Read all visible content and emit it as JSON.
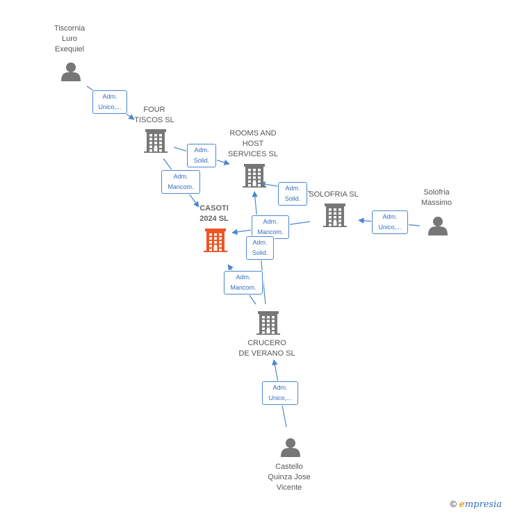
{
  "colors": {
    "entity": "#777777",
    "focus": "#ee5522",
    "edge": "#4a86cf"
  },
  "nodes": [
    {
      "id": "tiscornia",
      "kind": "person",
      "label": "Tiscornia\nLuro\nExequiel"
    },
    {
      "id": "four",
      "kind": "company",
      "label": "FOUR\nTISCOS  SL"
    },
    {
      "id": "rooms",
      "kind": "company",
      "label": "ROOMS AND\nHOST\nSERVICES SL"
    },
    {
      "id": "solofria",
      "kind": "company",
      "label": "SOLOFRIA  SL"
    },
    {
      "id": "massimo",
      "kind": "person",
      "label": "Solofria\nMassimo"
    },
    {
      "id": "casoti",
      "kind": "focus",
      "label": "CASOTI\n2024  SL"
    },
    {
      "id": "crucero",
      "kind": "company",
      "label": "CRUCERO\nDE VERANO  SL"
    },
    {
      "id": "castello",
      "kind": "person",
      "label": "Castello\nQuinza Jose\nVicente"
    }
  ],
  "relations": [
    {
      "from": "tiscornia",
      "to": "four",
      "text": "Adm.\nUnico,..."
    },
    {
      "from": "four",
      "to": "rooms",
      "text": "Adm.\nSolid."
    },
    {
      "from": "four",
      "to": "casoti",
      "text": "Adm.\nMancom."
    },
    {
      "from": "solofria",
      "to": "rooms",
      "text": "Adm.\nSolid."
    },
    {
      "from": "massimo",
      "to": "solofria",
      "text": "Adm.\nUnico,..."
    },
    {
      "from": "solofria",
      "to": "casoti",
      "text": "Adm.\nMancom."
    },
    {
      "from": "crucero",
      "to": "rooms",
      "text": "Adm.\nSolid."
    },
    {
      "from": "crucero",
      "to": "casoti",
      "text": "Adm.\nMancom."
    },
    {
      "from": "castello",
      "to": "crucero",
      "text": "Adm.\nUnico,..."
    }
  ],
  "footer": {
    "copyright": "©",
    "brand_initial": "e",
    "brand_rest": "mpresia"
  }
}
